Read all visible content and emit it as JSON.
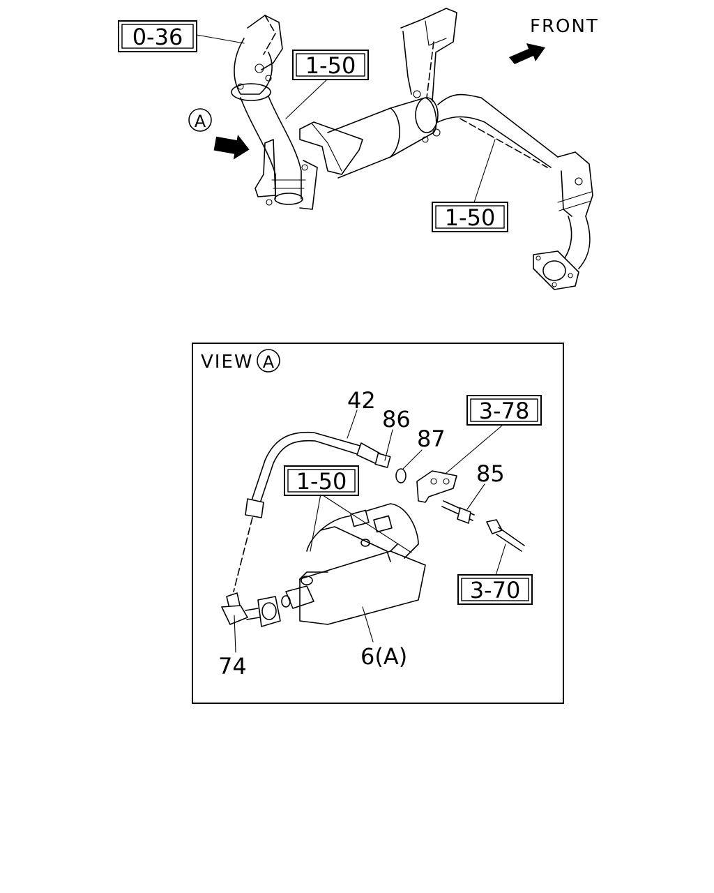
{
  "top_assembly": {
    "callouts": {
      "ref_0_36": "0-36",
      "ref_1_50_upper": "1-50",
      "ref_1_50_lower": "1-50"
    },
    "view_marker": "A",
    "front_label": "FRONT"
  },
  "view_a": {
    "title": "VIEW",
    "title_marker": "A",
    "callouts": {
      "ref_3_78": "3-78",
      "ref_1_50": "1-50",
      "ref_3_70": "3-70"
    },
    "part_numbers": {
      "p42": "42",
      "p86": "86",
      "p87": "87",
      "p85": "85",
      "p74": "74",
      "p6a": "6(A)"
    }
  }
}
